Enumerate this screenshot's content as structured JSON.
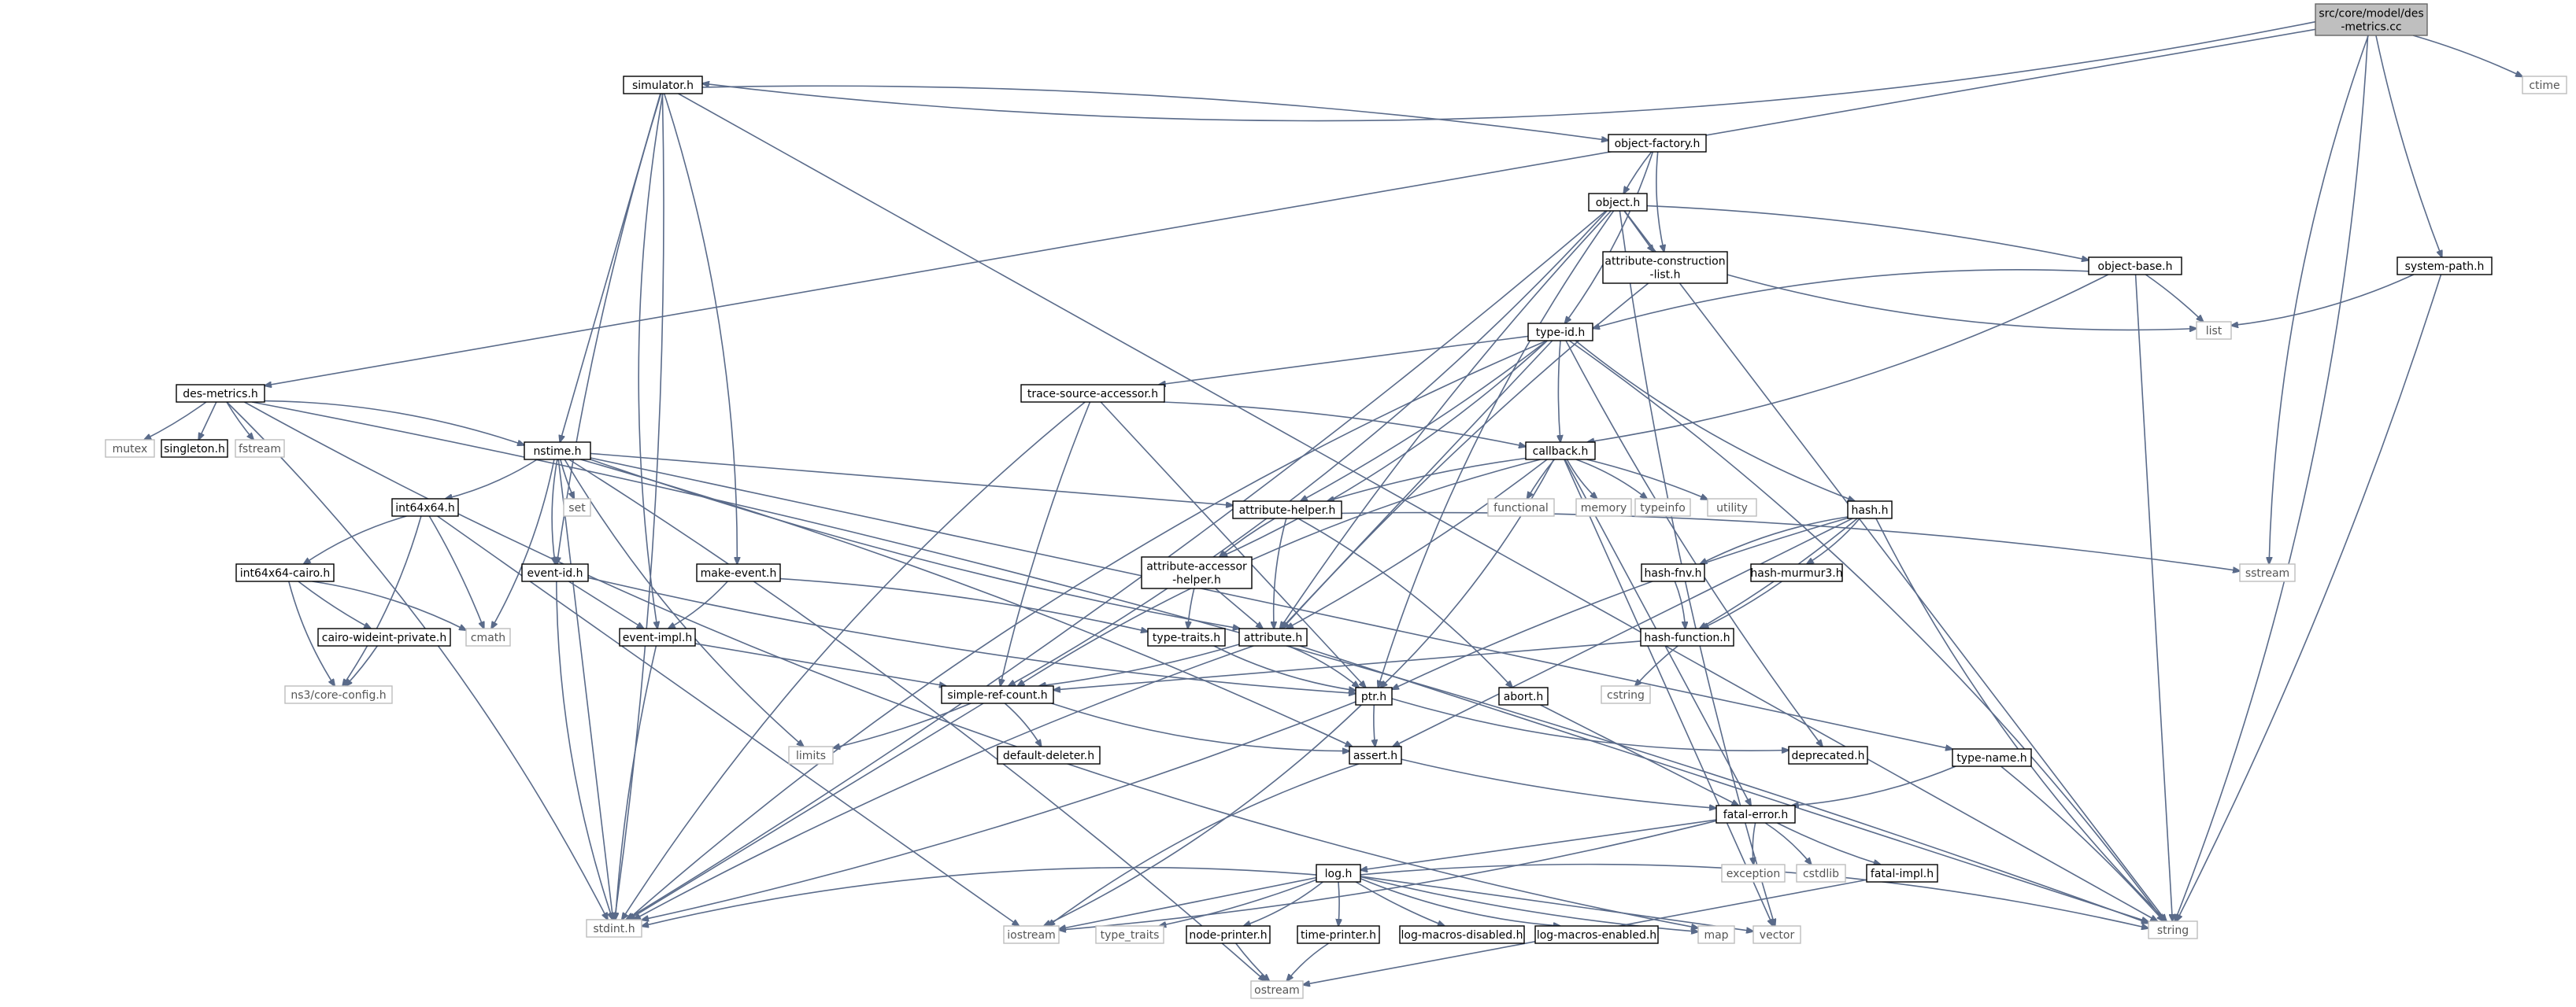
{
  "graph": {
    "root": {
      "id": "root",
      "lines": [
        "src/core/model/des",
        "-metrics.cc"
      ]
    },
    "nodes": [
      {
        "id": "simulator",
        "label": "simulator.h"
      },
      {
        "id": "ctime",
        "label": "ctime",
        "system": true
      },
      {
        "id": "object_factory",
        "label": "object-factory.h"
      },
      {
        "id": "object",
        "label": "object.h"
      },
      {
        "id": "object_base",
        "label": "object-base.h"
      },
      {
        "id": "system_path",
        "label": "system-path.h"
      },
      {
        "id": "attr_construction",
        "lines": [
          "attribute-construction",
          "-list.h"
        ]
      },
      {
        "id": "list",
        "label": "list",
        "system": true
      },
      {
        "id": "type_id",
        "label": "type-id.h"
      },
      {
        "id": "des_metrics",
        "label": "des-metrics.h"
      },
      {
        "id": "trace_source",
        "label": "trace-source-accessor.h"
      },
      {
        "id": "mutex",
        "label": "mutex",
        "system": true
      },
      {
        "id": "singleton",
        "label": "singleton.h"
      },
      {
        "id": "fstream",
        "label": "fstream",
        "system": true
      },
      {
        "id": "nstime",
        "label": "nstime.h"
      },
      {
        "id": "callback",
        "label": "callback.h"
      },
      {
        "id": "set",
        "label": "set",
        "system": true
      },
      {
        "id": "int64x64",
        "label": "int64x64.h"
      },
      {
        "id": "functional",
        "label": "functional",
        "system": true
      },
      {
        "id": "memory",
        "label": "memory",
        "system": true
      },
      {
        "id": "typeinfo",
        "label": "typeinfo",
        "system": true
      },
      {
        "id": "utility",
        "label": "utility",
        "system": true
      },
      {
        "id": "attr_helper",
        "label": "attribute-helper.h"
      },
      {
        "id": "hash",
        "label": "hash.h"
      },
      {
        "id": "sstream",
        "label": "sstream",
        "system": true
      },
      {
        "id": "int64x64_cairo",
        "label": "int64x64-cairo.h"
      },
      {
        "id": "event_id",
        "label": "event-id.h"
      },
      {
        "id": "make_event",
        "label": "make-event.h"
      },
      {
        "id": "attr_accessor",
        "lines": [
          "attribute-accessor",
          "-helper.h"
        ]
      },
      {
        "id": "hash_fnv",
        "label": "hash-fnv.h"
      },
      {
        "id": "hash_murmur3",
        "label": "hash-murmur3.h"
      },
      {
        "id": "cairo_wideint",
        "label": "cairo-wideint-private.h"
      },
      {
        "id": "cmath",
        "label": "cmath",
        "system": true
      },
      {
        "id": "event_impl",
        "label": "event-impl.h"
      },
      {
        "id": "type_traits_h",
        "label": "type-traits.h"
      },
      {
        "id": "attribute",
        "label": "attribute.h"
      },
      {
        "id": "hash_function",
        "label": "hash-function.h"
      },
      {
        "id": "core_config",
        "label": "ns3/core-config.h",
        "system": true
      },
      {
        "id": "simple_ref",
        "label": "simple-ref-count.h"
      },
      {
        "id": "ptr",
        "label": "ptr.h"
      },
      {
        "id": "abort",
        "label": "abort.h"
      },
      {
        "id": "cstring",
        "label": "cstring",
        "system": true
      },
      {
        "id": "limits",
        "label": "limits",
        "system": true
      },
      {
        "id": "default_deleter",
        "label": "default-deleter.h"
      },
      {
        "id": "assert",
        "label": "assert.h"
      },
      {
        "id": "deprecated",
        "label": "deprecated.h"
      },
      {
        "id": "type_name",
        "label": "type-name.h"
      },
      {
        "id": "fatal_error",
        "label": "fatal-error.h"
      },
      {
        "id": "exception",
        "label": "exception",
        "system": true
      },
      {
        "id": "cstdlib",
        "label": "cstdlib",
        "system": true
      },
      {
        "id": "fatal_impl",
        "label": "fatal-impl.h"
      },
      {
        "id": "log",
        "label": "log.h"
      },
      {
        "id": "stdint",
        "label": "stdint.h",
        "system": true
      },
      {
        "id": "iostream",
        "label": "iostream",
        "system": true
      },
      {
        "id": "type_traits",
        "label": "type_traits",
        "system": true
      },
      {
        "id": "node_printer",
        "label": "node-printer.h"
      },
      {
        "id": "time_printer",
        "label": "time-printer.h"
      },
      {
        "id": "log_disabled",
        "label": "log-macros-disabled.h"
      },
      {
        "id": "log_enabled",
        "label": "log-macros-enabled.h"
      },
      {
        "id": "map",
        "label": "map",
        "system": true
      },
      {
        "id": "vector",
        "label": "vector",
        "system": true
      },
      {
        "id": "string",
        "label": "string",
        "system": true
      },
      {
        "id": "ostream",
        "label": "ostream",
        "system": true
      }
    ],
    "edges": [
      [
        "root",
        "simulator"
      ],
      [
        "root",
        "ctime"
      ],
      [
        "root",
        "des_metrics"
      ],
      [
        "root",
        "system_path"
      ],
      [
        "root",
        "sstream"
      ],
      [
        "root",
        "string"
      ],
      [
        "simulator",
        "object_factory"
      ],
      [
        "simulator",
        "nstime"
      ],
      [
        "simulator",
        "event_id"
      ],
      [
        "simulator",
        "event_impl"
      ],
      [
        "simulator",
        "make_event"
      ],
      [
        "simulator",
        "stdint"
      ],
      [
        "simulator",
        "string"
      ],
      [
        "object_factory",
        "object"
      ],
      [
        "object_factory",
        "attr_construction"
      ],
      [
        "object_factory",
        "type_id"
      ],
      [
        "object",
        "object_base"
      ],
      [
        "object",
        "attr_construction"
      ],
      [
        "object",
        "attribute"
      ],
      [
        "object",
        "ptr"
      ],
      [
        "object",
        "simple_ref"
      ],
      [
        "object",
        "stdint"
      ],
      [
        "object",
        "string"
      ],
      [
        "object",
        "vector"
      ],
      [
        "object_base",
        "type_id"
      ],
      [
        "object_base",
        "callback"
      ],
      [
        "object_base",
        "list"
      ],
      [
        "object_base",
        "string"
      ],
      [
        "attr_construction",
        "attribute"
      ],
      [
        "attr_construction",
        "list"
      ],
      [
        "system_path",
        "list"
      ],
      [
        "system_path",
        "string"
      ],
      [
        "type_id",
        "trace_source"
      ],
      [
        "type_id",
        "callback"
      ],
      [
        "type_id",
        "hash"
      ],
      [
        "type_id",
        "attr_accessor"
      ],
      [
        "type_id",
        "attr_helper"
      ],
      [
        "type_id",
        "attribute"
      ],
      [
        "type_id",
        "deprecated"
      ],
      [
        "type_id",
        "stdint"
      ],
      [
        "type_id",
        "string"
      ],
      [
        "trace_source",
        "callback"
      ],
      [
        "trace_source",
        "ptr"
      ],
      [
        "trace_source",
        "simple_ref"
      ],
      [
        "trace_source",
        "stdint"
      ],
      [
        "des_metrics",
        "nstime"
      ],
      [
        "des_metrics",
        "mutex"
      ],
      [
        "des_metrics",
        "singleton"
      ],
      [
        "des_metrics",
        "fstream"
      ],
      [
        "des_metrics",
        "map"
      ],
      [
        "des_metrics",
        "stdint"
      ],
      [
        "des_metrics",
        "string"
      ],
      [
        "nstime",
        "attr_helper"
      ],
      [
        "nstime",
        "attribute"
      ],
      [
        "nstime",
        "event_id"
      ],
      [
        "nstime",
        "int64x64"
      ],
      [
        "nstime",
        "assert"
      ],
      [
        "nstime",
        "type_name"
      ],
      [
        "nstime",
        "set"
      ],
      [
        "nstime",
        "limits"
      ],
      [
        "nstime",
        "cmath"
      ],
      [
        "nstime",
        "ostream"
      ],
      [
        "nstime",
        "stdint"
      ],
      [
        "callback",
        "attr_helper"
      ],
      [
        "callback",
        "simple_ref"
      ],
      [
        "callback",
        "ptr"
      ],
      [
        "callback",
        "attribute"
      ],
      [
        "callback",
        "fatal_error"
      ],
      [
        "callback",
        "functional"
      ],
      [
        "callback",
        "memory"
      ],
      [
        "callback",
        "typeinfo"
      ],
      [
        "callback",
        "utility"
      ],
      [
        "callback",
        "vector"
      ],
      [
        "attr_helper",
        "attr_accessor"
      ],
      [
        "attr_helper",
        "attribute"
      ],
      [
        "attr_helper",
        "abort"
      ],
      [
        "attr_helper",
        "sstream"
      ],
      [
        "attr_accessor",
        "attribute"
      ],
      [
        "attr_accessor",
        "type_traits_h"
      ],
      [
        "hash",
        "hash_fnv"
      ],
      [
        "hash",
        "hash_murmur3"
      ],
      [
        "hash",
        "hash_function"
      ],
      [
        "hash",
        "assert"
      ],
      [
        "hash",
        "ptr"
      ],
      [
        "hash",
        "string"
      ],
      [
        "hash_fnv",
        "hash_function"
      ],
      [
        "hash_murmur3",
        "hash_function"
      ],
      [
        "hash_function",
        "simple_ref"
      ],
      [
        "hash_function",
        "cstring"
      ],
      [
        "int64x64",
        "int64x64_cairo"
      ],
      [
        "int64x64",
        "core_config"
      ],
      [
        "int64x64",
        "cmath"
      ],
      [
        "int64x64",
        "iostream"
      ],
      [
        "int64x64_cairo",
        "cairo_wideint"
      ],
      [
        "int64x64_cairo",
        "core_config"
      ],
      [
        "int64x64_cairo",
        "cmath"
      ],
      [
        "cairo_wideint",
        "core_config"
      ],
      [
        "event_id",
        "event_impl"
      ],
      [
        "event_id",
        "ptr"
      ],
      [
        "event_id",
        "stdint"
      ],
      [
        "make_event",
        "event_impl"
      ],
      [
        "make_event",
        "type_traits_h"
      ],
      [
        "event_impl",
        "simple_ref"
      ],
      [
        "event_impl",
        "stdint"
      ],
      [
        "type_traits_h",
        "ptr"
      ],
      [
        "attribute",
        "ptr"
      ],
      [
        "attribute",
        "simple_ref"
      ],
      [
        "attribute",
        "string"
      ],
      [
        "attribute",
        "stdint"
      ],
      [
        "simple_ref",
        "assert"
      ],
      [
        "simple_ref",
        "default_deleter"
      ],
      [
        "simple_ref",
        "limits"
      ],
      [
        "simple_ref",
        "stdint"
      ],
      [
        "ptr",
        "assert"
      ],
      [
        "ptr",
        "deprecated"
      ],
      [
        "ptr",
        "iostream"
      ],
      [
        "ptr",
        "stdint"
      ],
      [
        "abort",
        "fatal_error"
      ],
      [
        "assert",
        "fatal_error"
      ],
      [
        "assert",
        "iostream"
      ],
      [
        "type_name",
        "fatal_error"
      ],
      [
        "type_name",
        "string"
      ],
      [
        "fatal_error",
        "log"
      ],
      [
        "fatal_error",
        "fatal_impl"
      ],
      [
        "fatal_error",
        "exception"
      ],
      [
        "fatal_error",
        "cstdlib"
      ],
      [
        "fatal_error",
        "iostream"
      ],
      [
        "fatal_impl",
        "ostream"
      ],
      [
        "log",
        "log_disabled"
      ],
      [
        "log",
        "log_enabled"
      ],
      [
        "log",
        "node_printer"
      ],
      [
        "log",
        "time_printer"
      ],
      [
        "log",
        "iostream"
      ],
      [
        "log",
        "map"
      ],
      [
        "log",
        "stdint"
      ],
      [
        "log",
        "string"
      ],
      [
        "log",
        "type_traits"
      ],
      [
        "log",
        "vector"
      ],
      [
        "node_printer",
        "ostream"
      ],
      [
        "time_printer",
        "ostream"
      ]
    ]
  }
}
